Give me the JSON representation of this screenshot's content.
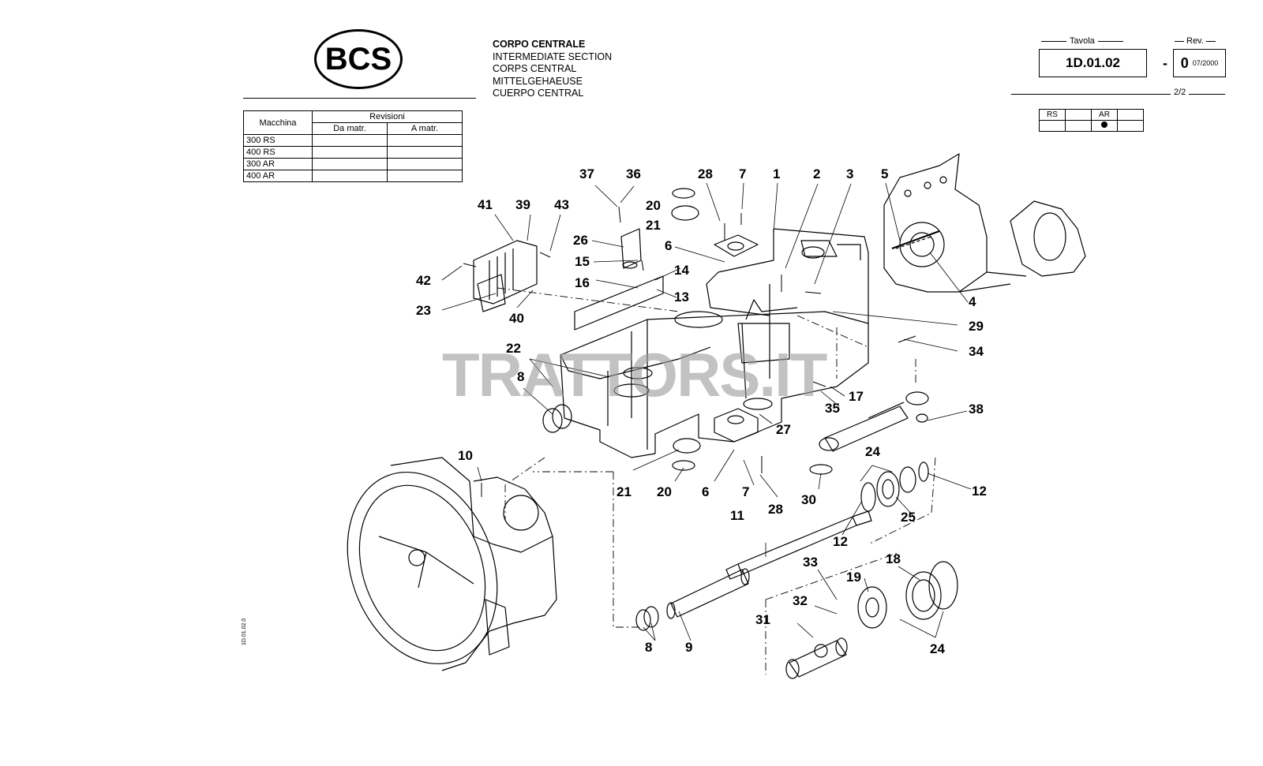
{
  "header": {
    "logo": "BCS",
    "titles": [
      "CORPO CENTRALE",
      "INTERMEDIATE SECTION",
      "CORPS CENTRAL",
      "MITTELGEHAEUSE",
      "CUERPO CENTRAL"
    ]
  },
  "revisions_table": {
    "col_machine": "Macchina",
    "col_revisions": "Revisioni",
    "col_from": "Da matr.",
    "col_to": "A matr.",
    "models": [
      "300 RS",
      "400 RS",
      "300 AR",
      "400 AR"
    ]
  },
  "tavola": {
    "label": "Tavola",
    "value": "1D.01.02",
    "rev_label": "Rev.",
    "dash": "-",
    "rev_value": "0",
    "rev_date": "07/2000",
    "page": "2/2",
    "cols": [
      "RS",
      "AR"
    ]
  },
  "side_code": "1D.01.02.0",
  "watermark": "TRATTORS.IT",
  "callouts": {
    "c37": "37",
    "c36": "36",
    "c28a": "28",
    "c7a": "7",
    "c1": "1",
    "c2": "2",
    "c3": "3",
    "c5": "5",
    "c41": "41",
    "c39": "39",
    "c43": "43",
    "c20a": "20",
    "c21a": "21",
    "c26": "26",
    "c6a": "6",
    "c15": "15",
    "c14": "14",
    "c16": "16",
    "c13": "13",
    "c42": "42",
    "c23": "23",
    "c40": "40",
    "c4": "4",
    "c29": "29",
    "c34": "34",
    "c22": "22",
    "c8a": "8",
    "c17": "17",
    "c35": "35",
    "c27": "27",
    "c38": "38",
    "c10": "10",
    "c24a": "24",
    "c21b": "21",
    "c20b": "20",
    "c6b": "6",
    "c7b": "7",
    "c28b": "28",
    "c30": "30",
    "c12a": "12",
    "c11": "11",
    "c25": "25",
    "c12b": "12",
    "c33": "33",
    "c18": "18",
    "c19": "19",
    "c32": "32",
    "c31": "31",
    "c8b": "8",
    "c9": "9",
    "c24b": "24"
  }
}
